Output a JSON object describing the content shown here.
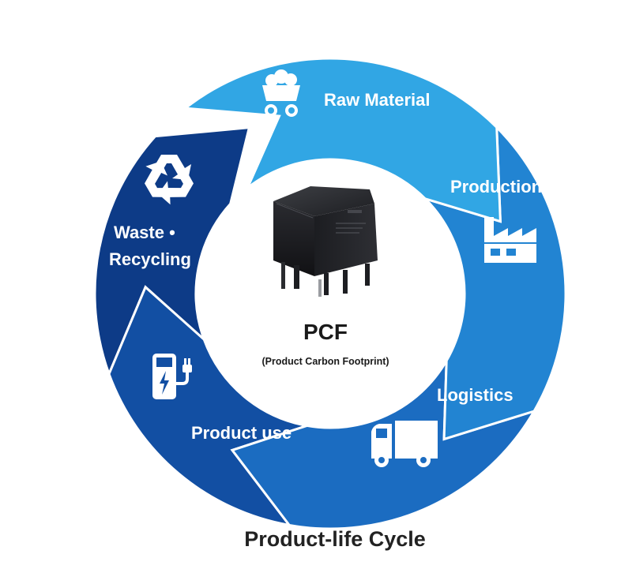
{
  "stages": {
    "raw_material": {
      "label": "Raw Material",
      "icon": "mine-cart-icon",
      "color": "#31a6e4"
    },
    "production": {
      "label": "Production",
      "icon": "factory-icon",
      "color": "#2284d2"
    },
    "logistics": {
      "label": "Logistics",
      "icon": "truck-icon",
      "color": "#1b6cc1"
    },
    "product_use": {
      "label": "Product use",
      "icon": "ev-charger-icon",
      "color": "#124fa3"
    },
    "waste_recycling": {
      "label_line1": "Waste •",
      "label_line2": "Recycling",
      "icon": "recycle-icon",
      "color": "#0d3b87"
    }
  },
  "center": {
    "title": "PCF",
    "subtitle": "(Product Carbon Footprint)",
    "image": "relay-component"
  },
  "caption": "Product-life Cycle"
}
